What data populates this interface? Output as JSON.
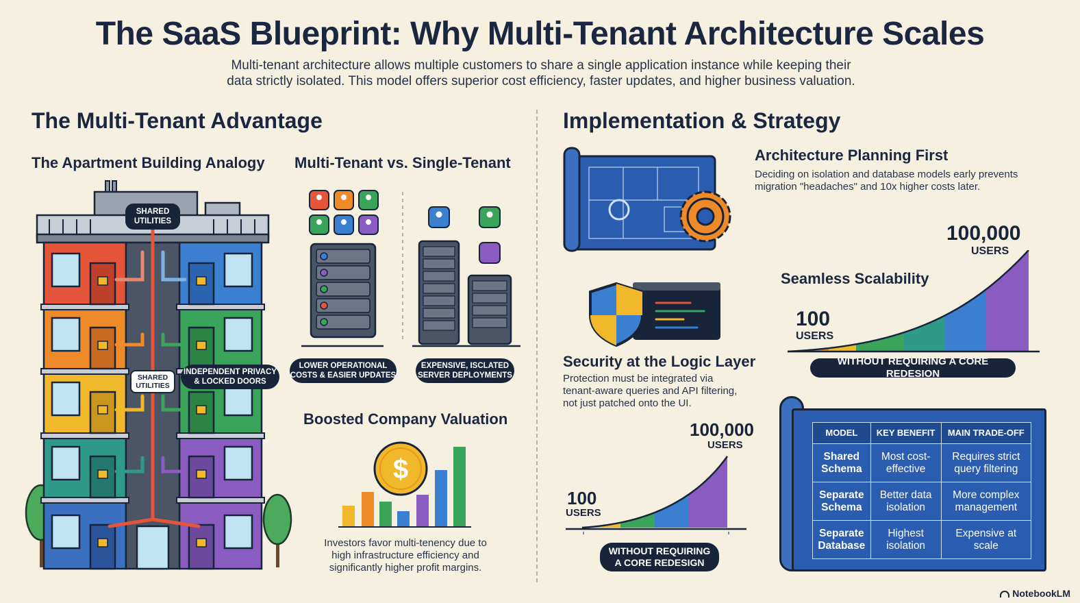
{
  "title": "The SaaS Blueprint: Why Multi-Tenant Architecture Scales",
  "subtitle_line1": "Multi-tenant architecture allows multiple customers to share a single application instance while keeping their",
  "subtitle_line2": "data strictly isolated. This model offers superior cost efficiency, faster updates, and higher business valuation.",
  "left": {
    "heading": "The Multi-Tenant Advantage",
    "apartment": {
      "heading": "The Apartment Building Analogy",
      "label_top_1": "SHARED",
      "label_top_2": "UTILITIES",
      "label_mid_1": "SHARED",
      "label_mid_2": "UTILITIES",
      "label_privacy_1": "INDEPENDENT PRIVACY",
      "label_privacy_2": "& LOCKED DOORS"
    },
    "comparison": {
      "heading": "Multi-Tenant vs. Single-Tenant",
      "multi_label_1": "LOWER OPERATIONAL",
      "multi_label_2": "COSTS & EASIER UPDATES",
      "single_label_1": "EXPENSIVE, ISCLATED",
      "single_label_2": "SERVER DEPLOYMENTS"
    },
    "valuation": {
      "heading": "Boosted Company Valuation",
      "text_1": "Investors favor multi-tenency due to",
      "text_2": "high infrastructure efficiency and",
      "text_3": "significantly higher profit margins."
    }
  },
  "right": {
    "heading": "Implementation & Strategy",
    "planning": {
      "heading": "Architecture Planning First",
      "text_1": "Deciding on isolation and database models early prevents",
      "text_2": "migration \"headaches\" and 10x higher costs later."
    },
    "security": {
      "heading": "Security at the Logic Layer",
      "text_1": "Protection must be integrated via",
      "text_2": "tenant-aware queries and API filtering,",
      "text_3": "not just patched onto the UI."
    },
    "scalability": {
      "heading": "Seamless Scalability",
      "high_value": "100,000",
      "high_unit": "USERS",
      "low_value": "100",
      "low_unit": "USERS",
      "pill": "WITHOUT REQUIRING A CORE REDESION"
    },
    "small_chart": {
      "high_value": "100,000",
      "high_unit": "USERS",
      "low_value": "100",
      "low_unit": "USERS",
      "pill_1": "WITHOUT REQUIRING",
      "pill_2": "A CORE REDESIGN"
    },
    "table": {
      "headers": [
        "MODEL",
        "KEY BENEFIT",
        "MAIN TRADE-OFF"
      ],
      "rows": [
        [
          "Shared",
          "Schema",
          "Most cost-",
          "effective",
          "Requires strict",
          "query filtering"
        ],
        [
          "Separate",
          "Schema",
          "Better data",
          "isolation",
          "More complex",
          "management"
        ],
        [
          "Separate",
          "Database",
          "Highest",
          "isolation",
          "Expensive at",
          "scale"
        ]
      ]
    }
  },
  "credit": "NotebookLM",
  "colors": {
    "navy": "#17243a",
    "blueprint": "#2a5db0",
    "orange": "#ef8a2b",
    "green": "#3aa45a",
    "purple": "#8a5bc0",
    "red": "#e4553a",
    "yellow": "#f2b82c",
    "blue": "#3b7fd0",
    "teal": "#2f9a8a"
  }
}
